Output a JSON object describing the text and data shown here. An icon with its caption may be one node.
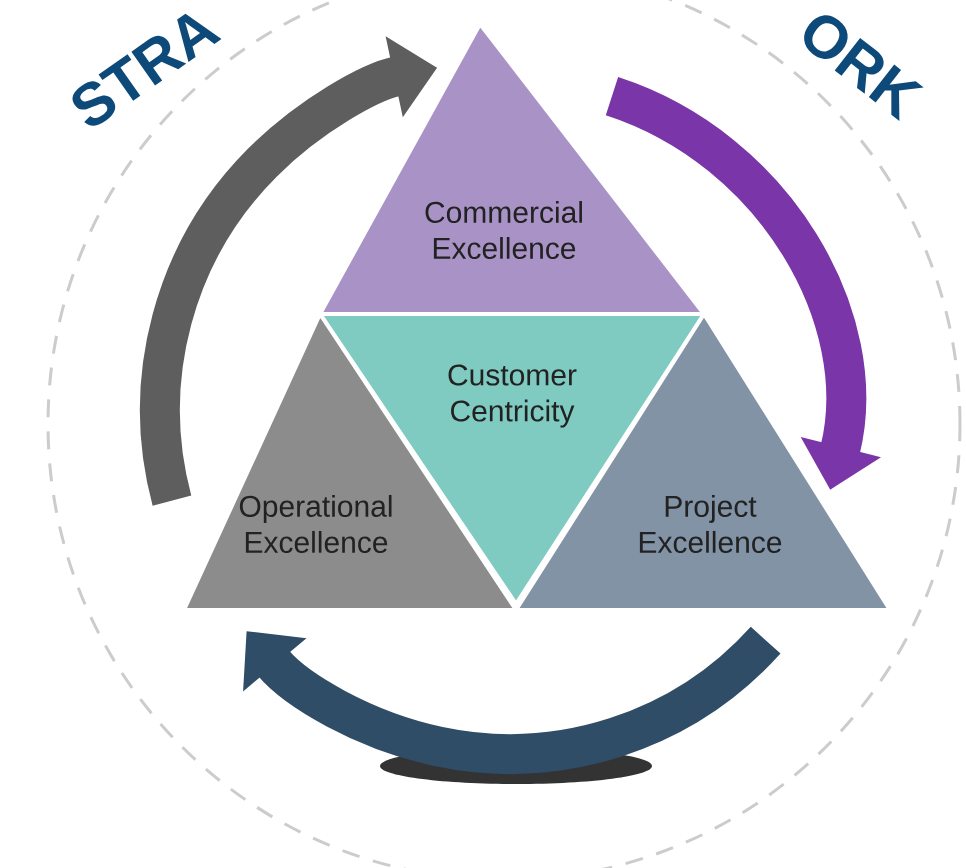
{
  "diagram": {
    "nodes": [
      {
        "text": [
          "Commercial Excellence"
        ]
      },
      {
        "text": [
          "Customer Centricity"
        ]
      },
      {
        "text": [
          "Operational Excellence"
        ]
      },
      {
        "text": [
          "Project Excellence"
        ]
      }
    ],
    "edges": [
      {
        "from": 2,
        "to": 0,
        "arrow": "to",
        "color": "#5e5e5e"
      },
      {
        "from": 0,
        "to": 3,
        "arrow": "to",
        "color": "#7a35a8"
      },
      {
        "from": 3,
        "to": 2,
        "arrow": "to",
        "color": "#2f4d66"
      }
    ],
    "labels": [
      "STRA",
      "ORK"
    ]
  }
}
